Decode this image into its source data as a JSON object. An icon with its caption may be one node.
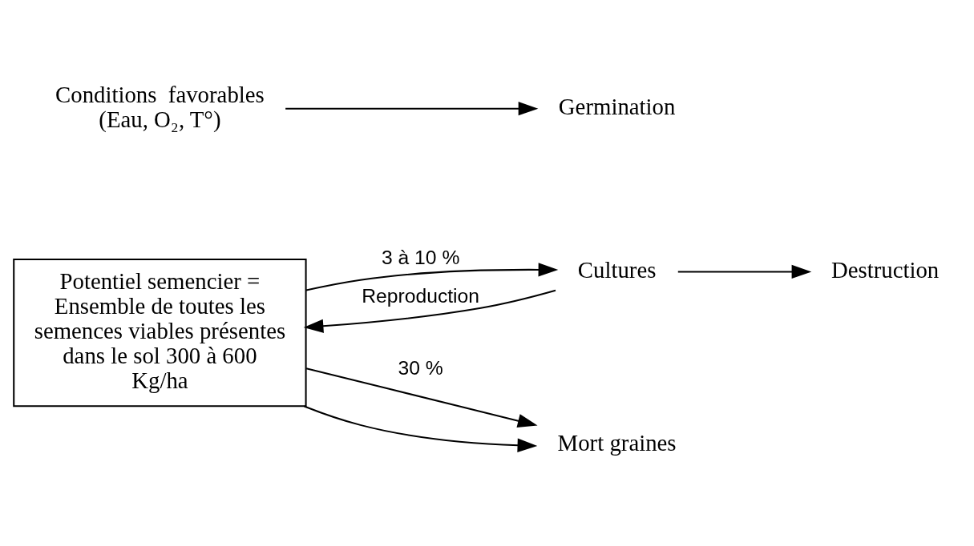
{
  "diagram": {
    "nodes": [
      {
        "text": [
          "Potentiel semencier = Ensemble de toutes les semences viables présentes dans le sol 300 à 600 Kg/ha"
        ]
      },
      {
        "text": [
          "Conditions  favorables (Eau, O₂, T°)"
        ]
      },
      {
        "text": [
          "Germination"
        ]
      },
      {
        "text": [
          "Cultures"
        ]
      },
      {
        "text": [
          "Destruction"
        ]
      },
      {
        "text": [
          "Mort graines"
        ]
      }
    ],
    "edges": [
      {
        "from": 1,
        "to": 2,
        "arrow": "to"
      },
      {
        "from": 0,
        "to": 3,
        "arrow": "to",
        "label": "3 à 10 %"
      },
      {
        "from": 3,
        "to": 4,
        "arrow": "to"
      },
      {
        "from": 3,
        "to": 0,
        "arrow": "to",
        "label": "Reproduction"
      },
      {
        "from": 0,
        "to": 5,
        "arrow": "to",
        "label": "30 %"
      },
      {
        "from": 0,
        "to": 5,
        "arrow": "to"
      }
    ]
  }
}
